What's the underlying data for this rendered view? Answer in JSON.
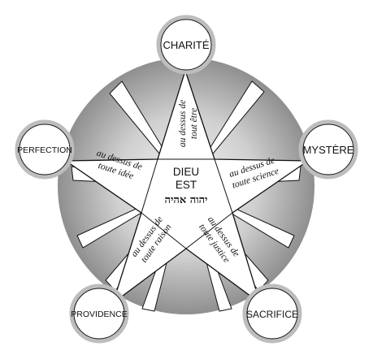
{
  "center": {
    "line1": "DIEU",
    "line2": "EST",
    "hebrew": "יהוה אהיה"
  },
  "nodes": {
    "top": "CHARITÉ",
    "right": "MYSTÈRE",
    "bottom_right": "SACRIFICE",
    "bottom_left": "PROVIDENCE",
    "left": "PERFECTION"
  },
  "branches": {
    "top": [
      "au dessus de",
      "tout être"
    ],
    "right": [
      "au dessus de",
      "toute science"
    ],
    "bottom_right": [
      "au dessus de",
      "toute justice"
    ],
    "bottom_left": [
      "au dessus de",
      "toute raison"
    ],
    "left": [
      "au dessus de",
      "toute idée"
    ]
  },
  "colors": {
    "stroke": "#111111",
    "disc_outer": "#8a8a8a",
    "disc_inner": "#e6e6e6",
    "node_ring": "#bdbdbd",
    "star_fill": "#ffffff"
  }
}
